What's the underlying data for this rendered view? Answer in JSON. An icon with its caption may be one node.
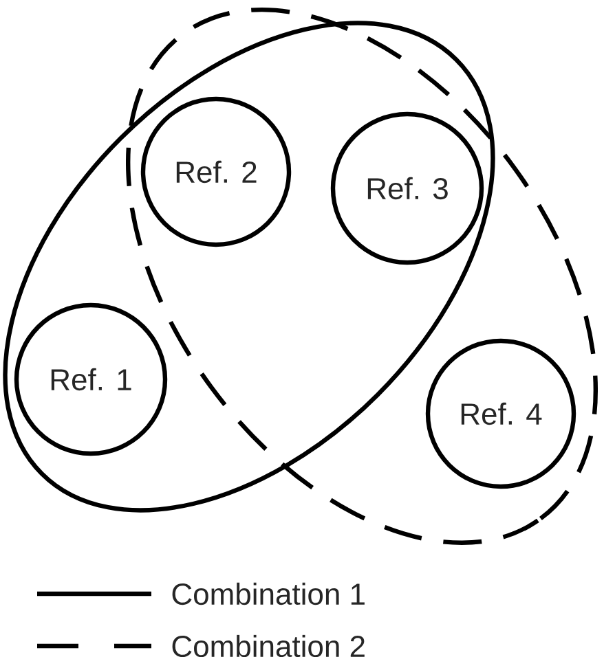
{
  "diagram": {
    "nodes": [
      {
        "text": [],
        "shape": "ellipse"
      },
      {
        "text": [],
        "shape": "ellipse"
      },
      {
        "text": [
          "Ref. 1"
        ],
        "in": 0
      },
      {
        "text": [
          "Ref. 2"
        ]
      },
      {
        "text": [
          "Ref. 3"
        ]
      },
      {
        "text": [
          "Ref. 4"
        ],
        "in": 1
      }
    ],
    "legend": [
      {
        "text": "Combination 1"
      },
      {
        "text": "Combination 2"
      }
    ]
  }
}
